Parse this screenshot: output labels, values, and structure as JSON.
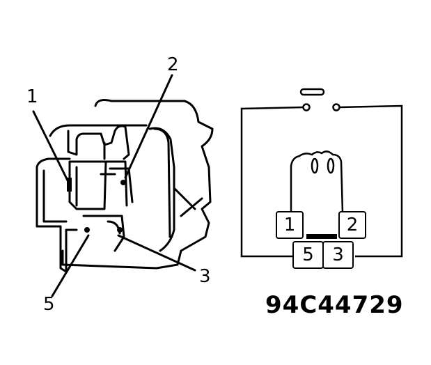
{
  "figure_code": "94C44729",
  "relay_view": {
    "callouts": [
      {
        "id": "1",
        "label": "1"
      },
      {
        "id": "2",
        "label": "2"
      },
      {
        "id": "3",
        "label": "3"
      },
      {
        "id": "5",
        "label": "5"
      }
    ]
  },
  "schematic": {
    "pins": [
      {
        "id": "1",
        "label": "1"
      },
      {
        "id": "2",
        "label": "2"
      },
      {
        "id": "5",
        "label": "5"
      },
      {
        "id": "3",
        "label": "3"
      }
    ],
    "elements": [
      "switch-contacts",
      "coil"
    ]
  },
  "colors": {
    "line": "#000000",
    "background": "#ffffff"
  }
}
